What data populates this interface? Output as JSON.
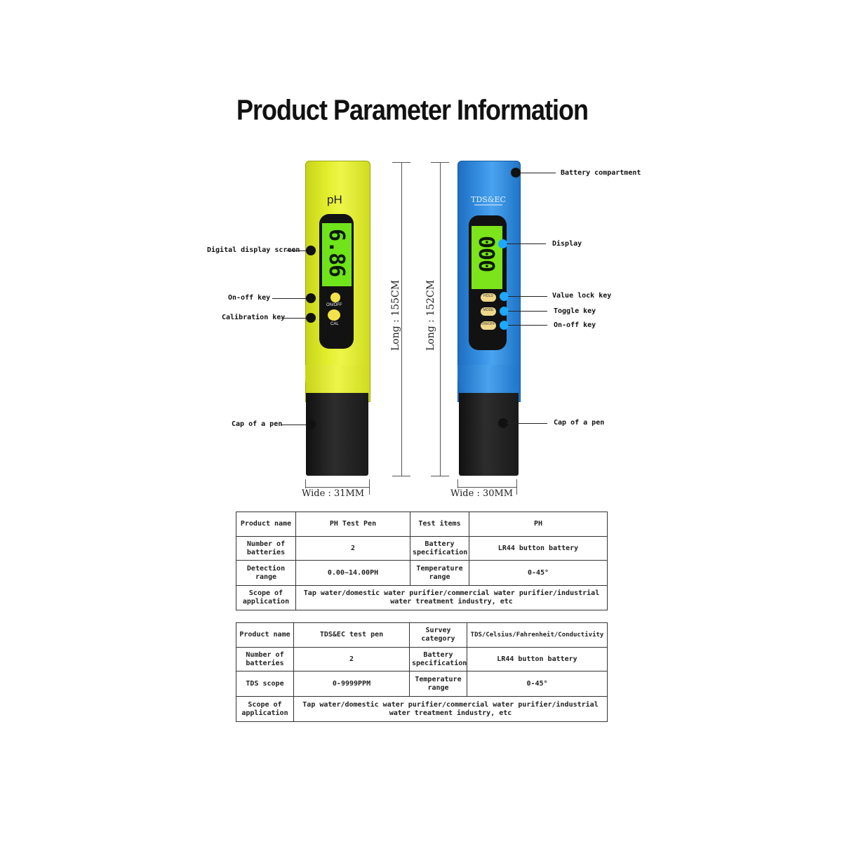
{
  "title": "Product Parameter Information",
  "ph_pen": {
    "brand_label": "pH",
    "display_value": "6.86",
    "onoff_button_label": "ON/OFF",
    "cal_button_label": "CAL",
    "callouts": {
      "display": "Digital display screen",
      "onoff": "On-off key",
      "calibration": "Calibration key",
      "cap": "Cap of a pen"
    },
    "length_label": "Long : 155CM",
    "width_label": "Wide : 31MM",
    "body_color": "#e3ef2e"
  },
  "tds_pen": {
    "brand_label": "TDS&EC",
    "display_value": "000",
    "button_labels": [
      "HOLD",
      "MODE",
      "ON/OFF"
    ],
    "callouts": {
      "battery": "Battery compartment",
      "display": "Display",
      "value_lock": "Value lock key",
      "toggle": "Toggle key",
      "onoff": "On-off key",
      "cap": "Cap of a pen"
    },
    "length_label": "Long : 152CM",
    "width_label": "Wide : 30MM",
    "body_color": "#3b94e6",
    "accent_color": "#1ea7ff"
  },
  "table_ph": {
    "rows": [
      [
        "Product name",
        "PH Test Pen",
        "Test items",
        "PH"
      ],
      [
        "Number of batteries",
        "2",
        "Battery specification",
        "LR44 button battery"
      ],
      [
        "Detection range",
        "0.00~14.00PH",
        "Temperature range",
        "0-45°"
      ],
      [
        "Scope of application",
        "Tap water/domestic water purifier/commercial water purifier/industrial water treatment industry, etc"
      ]
    ]
  },
  "table_tds": {
    "rows": [
      [
        "Product name",
        "TDS&EC test pen",
        "Survey category",
        "TDS/Celsius/Fahrenheit/Conductivity"
      ],
      [
        "Number of batteries",
        "2",
        "Battery specification",
        "LR44 button battery"
      ],
      [
        "TDS scope",
        "0-9999PPM",
        "Temperature range",
        "0-45°"
      ],
      [
        "Scope of application",
        "Tap water/domestic water purifier/commercial water purifier/industrial water treatment industry, etc"
      ]
    ]
  }
}
